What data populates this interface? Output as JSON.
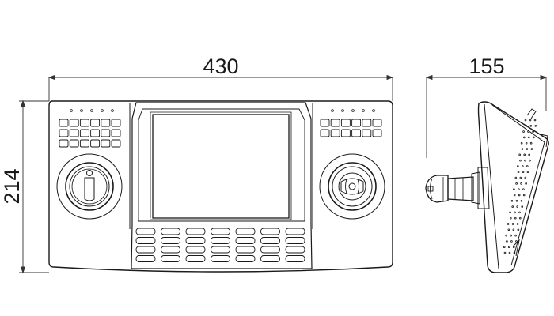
{
  "dimensions": {
    "width": "430",
    "depth": "155",
    "height": "214"
  },
  "colors": {
    "line": "#1a1a1a",
    "thin_line": "#333333",
    "background": "#ffffff"
  },
  "views": [
    "front-view",
    "side-view"
  ]
}
